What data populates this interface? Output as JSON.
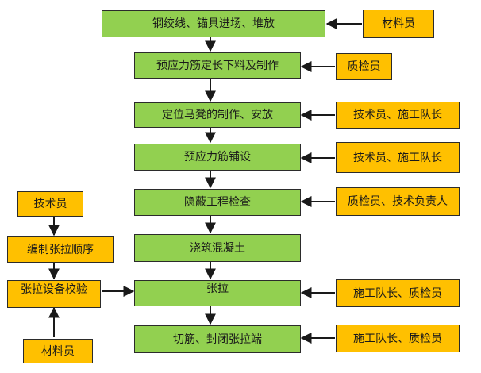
{
  "steps": [
    "钢绞线、锚具进场、堆放",
    "预应力筋定长下料及制作",
    "定位马凳的制作、安放",
    "预应力筋铺设",
    "隐蔽工程检查",
    "浇筑混凝土",
    "张拉",
    "切筋、封闭张拉端"
  ],
  "roles": [
    "材料员",
    "质检员",
    "技术员、施工队长",
    "技术员、施工队长",
    "质检员、技术负责人",
    "施工队长、质检员",
    "施工队长、质检员"
  ],
  "left_chain": [
    "技术员",
    "编制张拉顺序",
    "张拉设备校验",
    "材料员"
  ],
  "colors": {
    "step_fill": "#92d050",
    "role_fill": "#ffc000",
    "border": "#2b2b2b",
    "arrow": "#1a1a1a"
  }
}
